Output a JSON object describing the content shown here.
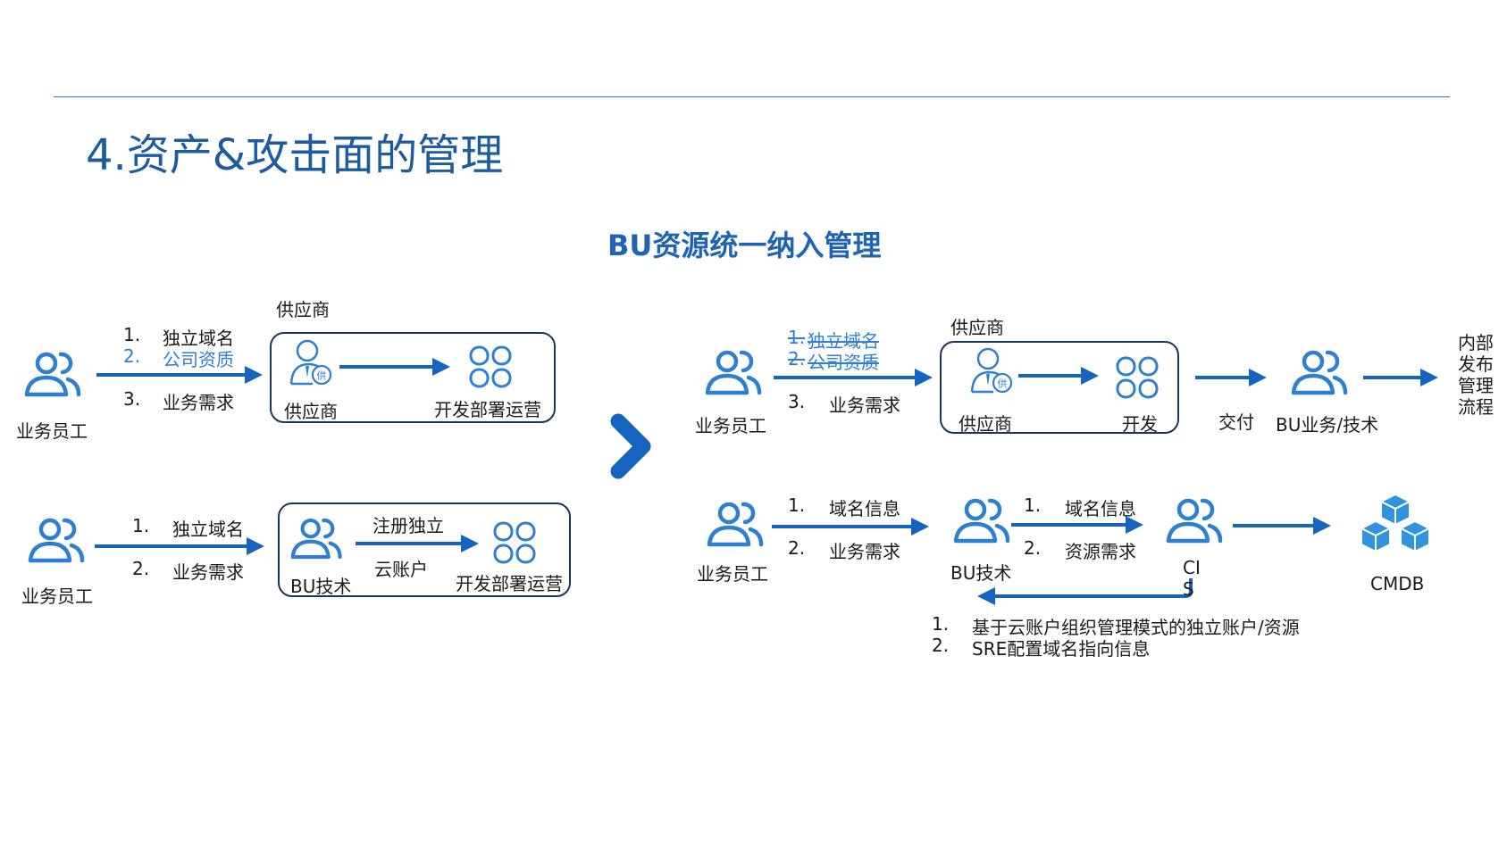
{
  "page_title": "4.资产&攻击面的管理",
  "diagram_title": "BU资源统一纳入管理",
  "colors": {
    "accent": "#2f7fd1",
    "title": "#1e5aa0",
    "arrow": "#1565c0",
    "box_border": "#1b3556"
  },
  "left_top": {
    "actor": "业务员工",
    "items": [
      {
        "num": "1.",
        "text": "独立域名"
      },
      {
        "num": "2.",
        "text": "公司资质"
      },
      {
        "num": "3.",
        "text": "业务需求"
      }
    ],
    "box_heading": "供应商",
    "box_left": "供应商",
    "box_right": "开发部署运营",
    "supplier_badge": "供"
  },
  "left_bottom": {
    "actor": "业务员工",
    "items": [
      {
        "num": "1.",
        "text": "独立域名"
      },
      {
        "num": "2.",
        "text": "业务需求"
      }
    ],
    "box_left": "BU技术",
    "arrow_top": "注册独立",
    "arrow_bottom": "云账户",
    "box_right": "开发部署运营"
  },
  "right_top": {
    "actor": "业务员工",
    "items": [
      {
        "num": "1.",
        "text": "独立域名"
      },
      {
        "num": "2.",
        "text": "公司资质"
      },
      {
        "num": "3.",
        "text": "业务需求"
      }
    ],
    "box_heading": "供应商",
    "box_left": "供应商",
    "box_right": "开发",
    "deliver": "交付",
    "bu": "BU业务/技术",
    "process_lines": [
      "内部",
      "发布",
      "管理",
      "流程"
    ],
    "supplier_badge": "供"
  },
  "right_bottom": {
    "actor": "业务员工",
    "items": [
      {
        "num": "1.",
        "text": "域名信息"
      },
      {
        "num": "2.",
        "text": "业务需求"
      }
    ],
    "bu": "BU技术",
    "items2": [
      {
        "num": "1.",
        "text": "域名信息"
      },
      {
        "num": "2.",
        "text": "资源需求"
      }
    ],
    "cis_line1": "CI",
    "cis_line2": "S",
    "cmdb": "CMDB",
    "notes": [
      {
        "num": "1.",
        "text": "基于云账户组织管理模式的独立账户/资源"
      },
      {
        "num": "2.",
        "text": "SRE配置域名指向信息"
      }
    ]
  }
}
